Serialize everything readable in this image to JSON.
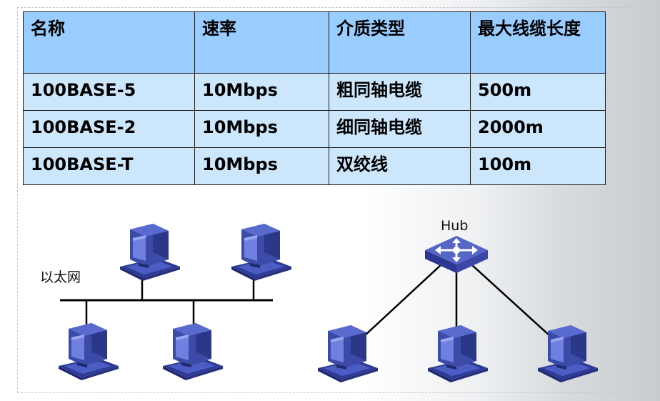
{
  "table": {
    "headers": [
      "名称",
      "速率",
      "介质类型",
      "最大线缆长度"
    ],
    "rows": [
      [
        "100BASE-5",
        "10Mbps",
        "粗同轴电缆",
        "500m"
      ],
      [
        "100BASE-2",
        "10Mbps",
        "细同轴电缆",
        "2000m"
      ],
      [
        "100BASE-T",
        "10Mbps",
        "双绞线",
        "100m"
      ]
    ]
  },
  "bus_diagram": {
    "label": "以太网"
  },
  "star_diagram": {
    "hub_label": "Hub"
  },
  "colors": {
    "header_fill": "#99ccff",
    "row_fill": "#cce7fb",
    "computer_blue": "#3c4ba8",
    "hub_blue": "#4a58b8"
  }
}
